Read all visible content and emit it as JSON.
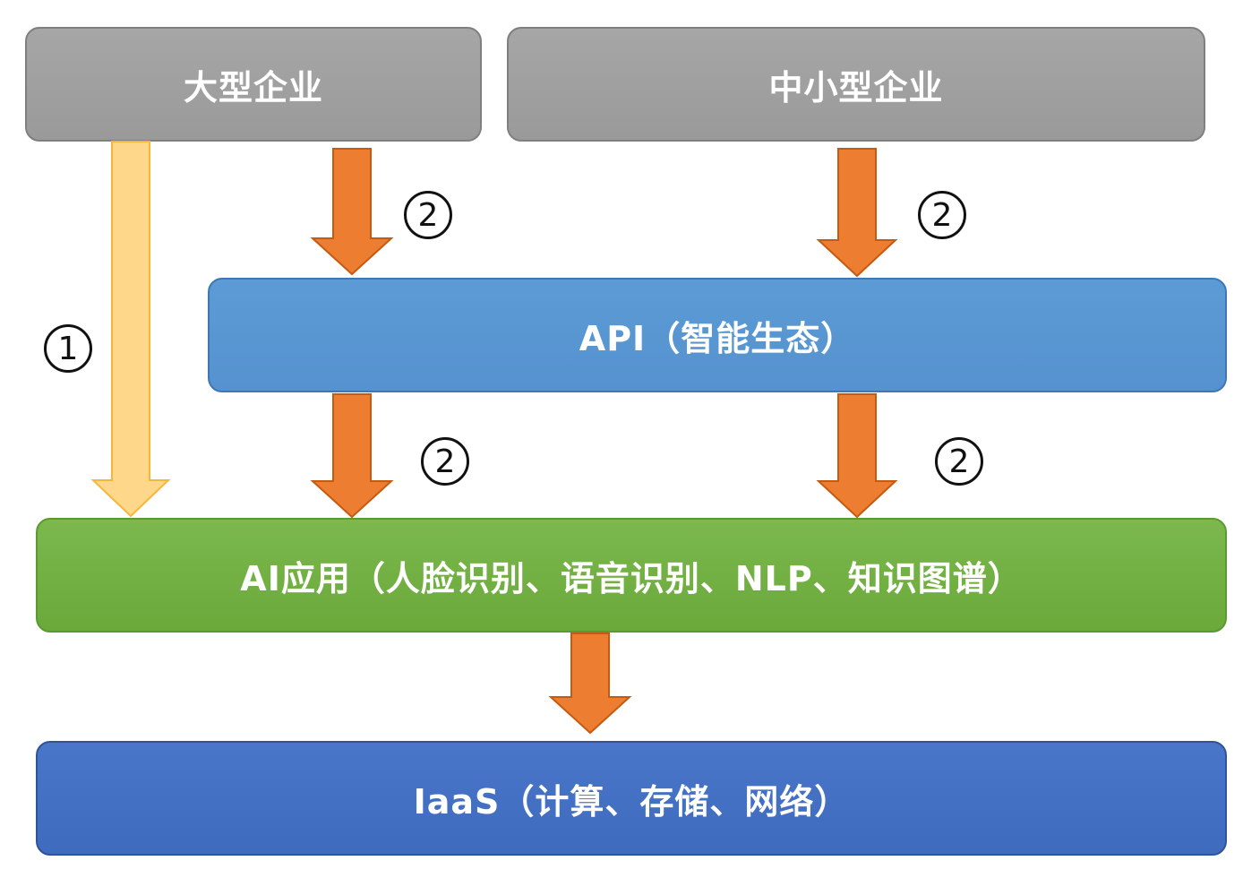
{
  "nodes": {
    "large_enterprise": "大型企业",
    "sme": "中小型企业",
    "api": "API（智能生态）",
    "ai_app": "AI应用（人脸识别、语音识别、NLP、知识图谱）",
    "iaas": "IaaS（计算、存储、网络）"
  },
  "markers": {
    "path1": "1",
    "path2": "2"
  },
  "colors": {
    "gray": "#9f9f9f",
    "api_blue": "#5a98d4",
    "ai_green": "#73b244",
    "iaas_blue": "#4472c4",
    "arrow_orange": "#ed7d31",
    "arrow_yellow": "#ffd78a"
  }
}
